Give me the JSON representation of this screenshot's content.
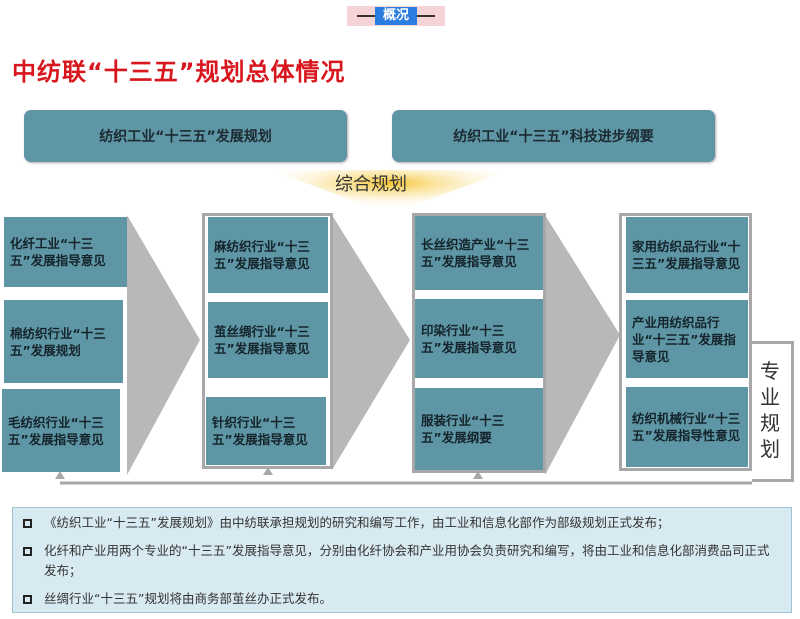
{
  "banner": {
    "label": "概况"
  },
  "title": "中纺联“十三五”规划总体情况",
  "top_plans": [
    "纺织工业“十三五”发展规划",
    "纺织工业“十三五”科技进步纲要"
  ],
  "comprehensive_label": "综合规划",
  "columns": [
    [
      "化纤工业“十三五”发展指导意见",
      "棉纺织行业“十三五”发展规划",
      "毛纺织行业“十三五”发展指导意见"
    ],
    [
      "麻纺织行业“十三五”发展指导意见",
      "茧丝绸行业“十三五”发展指导意见",
      "针织行业“十三五”发展指导意见"
    ],
    [
      "长丝织造产业“十三五”发展指导意见",
      "印染行业“十三五”发展指导意见",
      "服装行业“十三五”发展纲要"
    ],
    [
      "家用纺织品行业“十三五”发展指导意见",
      "产业用纺织品行业“十三五”发展指导意见",
      "纺织机械行业“十三五”发展指导性意见"
    ]
  ],
  "specialized_label": "专业规划",
  "notes": [
    "《纺织工业“十三五”发展规划》由中纺联承担规划的研究和编写工作，由工业和信息化部作为部级规划正式发布；",
    "化纤和产业用两个专业的“十三五”发展指导意见，分别由化纤协会和产业用协会负责研究和编写，将由工业和信息化部消费品司正式发布；",
    "丝绸行业“十三五”规划将由商务部茧丝办正式发布。"
  ],
  "colors": {
    "box": "#5e96a6",
    "title": "#d8161d",
    "banner": "#2b7de0",
    "chevron": "#b8b8b8"
  }
}
